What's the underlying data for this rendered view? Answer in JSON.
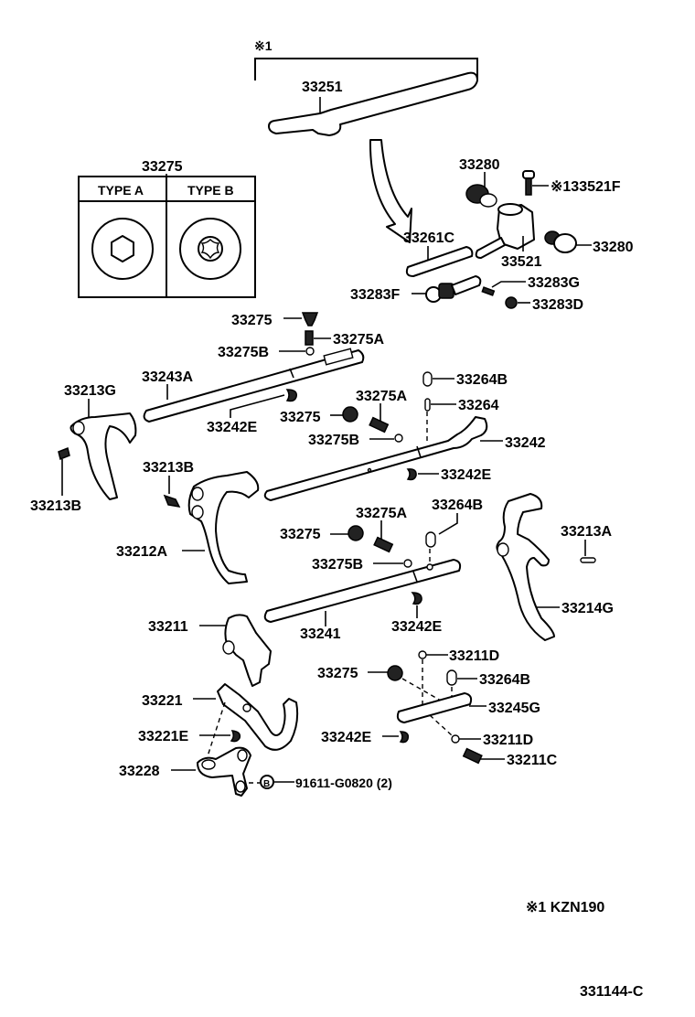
{
  "diagram": {
    "type": "exploded parts diagram",
    "subject": "transmission shift fork & shaft assembly",
    "figure_code": "331144-C",
    "footnote": "※1 KZN190",
    "group_bracket_label": "※1",
    "type_table": {
      "part_no": "33275",
      "columns": [
        "TYPE A",
        "TYPE B"
      ],
      "icons": [
        "hex-socket-head",
        "torx-socket-head"
      ]
    },
    "labels": {
      "p33251": "33251",
      "p33280_top": "33280",
      "p133521F": "※133521F",
      "p33261C": "33261C",
      "p33521": "33521",
      "p33280_right": "33280",
      "p33283F": "33283F",
      "p33283G": "33283G",
      "p33283D": "33283D",
      "p33275_top": "33275",
      "p33275A_top": "33275A",
      "p33275B_top": "33275B",
      "p33243A": "33243A",
      "p33213G": "33213G",
      "p33242E_1": "33242E",
      "p33264B_1": "33264B",
      "p33264": "33264",
      "p33275A_mid": "33275A",
      "p33275_mid": "33275",
      "p33275B_mid": "33275B",
      "p33242": "33242",
      "p33213B_left": "33213B",
      "p33213B_mid": "33213B",
      "p33242E_2": "33242E",
      "p33212A": "33212A",
      "p33275A_low": "33275A",
      "p33264B_2": "33264B",
      "p33275_low": "33275",
      "p33275B_low": "33275B",
      "p33213A": "33213A",
      "p33214G": "33214G",
      "p33241": "33241",
      "p33242E_3": "33242E",
      "p33211": "33211",
      "p33211D_top": "33211D",
      "p33275_bot": "33275",
      "p33264B_3": "33264B",
      "p33221": "33221",
      "p33245G": "33245G",
      "p33221E": "33221E",
      "p33242E_4": "33242E",
      "p33211D_bot": "33211D",
      "p33211C": "33211C",
      "p33228": "33228",
      "p91611": "91611-G0820 (2)",
      "bolt_marker": "B"
    }
  }
}
